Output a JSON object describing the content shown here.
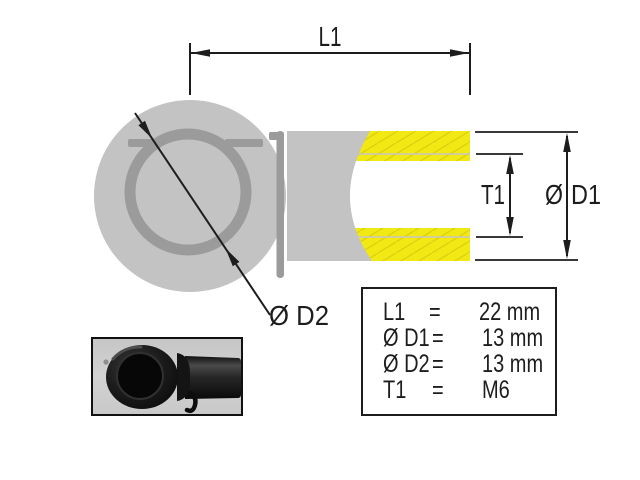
{
  "drawing": {
    "dim_labels": {
      "l1": "L1",
      "t1": "T1",
      "d1_symbol": "Ø",
      "d1": "D1",
      "d2": "Ø D2"
    }
  },
  "spec_table": {
    "rows": [
      {
        "label": "L1",
        "eq": "=",
        "value": "22 mm"
      },
      {
        "label": "Ø D1",
        "eq": "=",
        "value": "13 mm"
      },
      {
        "label": "Ø D2",
        "eq": "=",
        "value": "13 mm"
      },
      {
        "label": "T1",
        "eq": "=",
        "value": "M6"
      }
    ]
  },
  "colors": {
    "body_gray": "#C3C3C3",
    "detail_gray": "#9B9B9B",
    "band_yellow": "#F2E813",
    "line_black": "#1D1D1D",
    "photo_background": "#CBCBCB"
  }
}
